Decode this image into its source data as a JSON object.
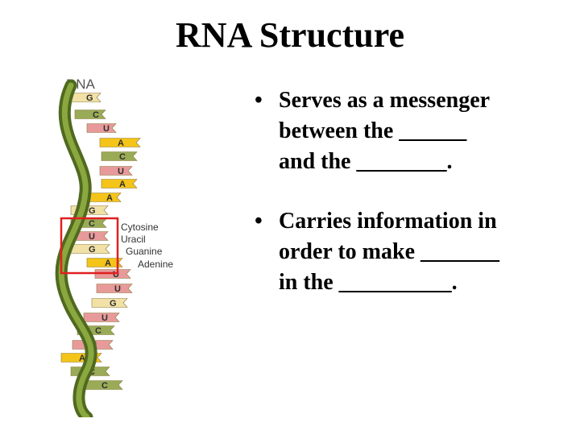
{
  "slide": {
    "title": "RNA Structure",
    "bullets": [
      {
        "lines": [
          "Serves as a messenger",
          "between the ______",
          "and the ________."
        ]
      },
      {
        "lines": [
          "Carries information in",
          "order to make _______",
          "in the __________."
        ]
      }
    ]
  },
  "figure": {
    "label": "RNA",
    "bases": [
      "G",
      "C",
      "U",
      "A",
      "C",
      "U",
      "A",
      "A",
      "G",
      "C",
      "U",
      "G",
      "A",
      "U",
      "U",
      "G",
      "U",
      "C",
      "U",
      "A",
      "C",
      "C"
    ],
    "legend": [
      "Cytosine",
      "Uracil",
      "Guanine",
      "Adenine"
    ],
    "colors": {
      "A": "#f5c418",
      "C": "#9aab57",
      "G": "#f2e1a6",
      "U": "#e89a9a",
      "backbone": "#6d8b2f",
      "highlight": "#e02020"
    }
  }
}
